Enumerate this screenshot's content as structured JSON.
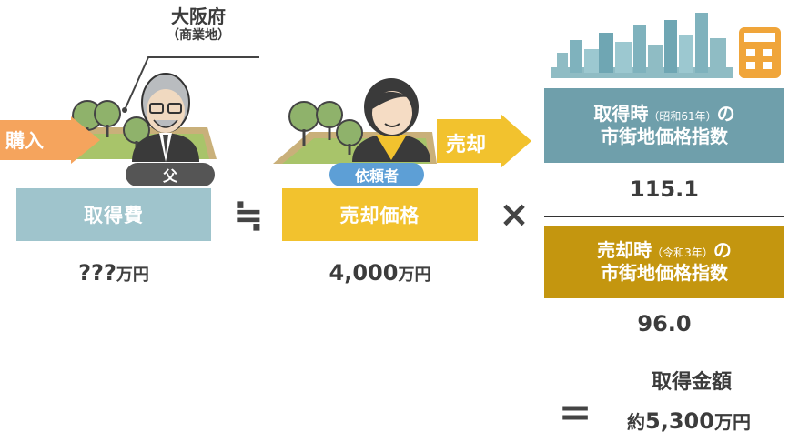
{
  "location": {
    "name": "大阪府",
    "sub": "（商業地）"
  },
  "purchase_arrow": {
    "label": "購入"
  },
  "sale_arrow": {
    "label": "売却"
  },
  "father_tag": {
    "label": "父"
  },
  "client_tag": {
    "label": "依頼者"
  },
  "acquisition_cost": {
    "label": "取得費",
    "value": "???",
    "unit": "万円"
  },
  "approx_equal": {
    "symbol": "≒"
  },
  "sale_price": {
    "label": "売却価格",
    "value": "4,000",
    "unit": "万円"
  },
  "multiply": {
    "symbol": "×"
  },
  "acquisition_index": {
    "line1_main": "取得時",
    "line1_paren": "（昭和61年）",
    "line1_tail": "の",
    "line2": "市街地価格指数",
    "value": "115.1"
  },
  "sale_index": {
    "line1_main": "売却時",
    "line1_paren": "（令和3年）",
    "line1_tail": "の",
    "line2": "市街地価格指数",
    "value": "96.0"
  },
  "result": {
    "equals": "=",
    "label": "取得金額",
    "prefix": "約",
    "value": "5,300",
    "unit": "万円"
  },
  "colors": {
    "orange": "#f5a45d",
    "light_blue_gray": "#9fc4cc",
    "yellow": "#f2c22e",
    "teal_gray": "#6f9fab",
    "ochre": "#c4960f",
    "dark_tag": "#555555",
    "blue_tag": "#5d9fd6",
    "green": "#8fb26b"
  }
}
